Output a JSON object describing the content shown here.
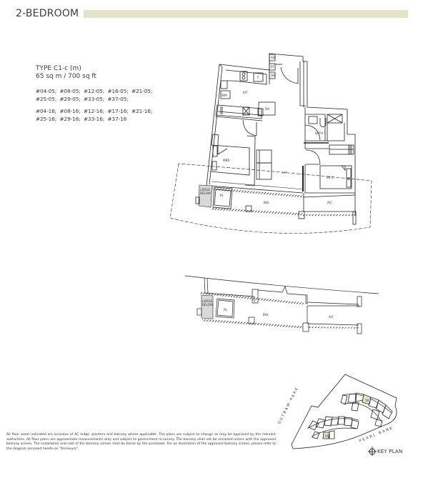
{
  "header": {
    "title": "2-BEDROOM",
    "bar_color": "#e4e2c9"
  },
  "unit": {
    "type": "TYPE C1-c (m)",
    "area": "65 sq m / 700 sq ft",
    "unit_numbers_group1": [
      "#04-05;  #08-05;  #12-05;  #16-05;  #21-05;",
      "#25-05;  #29-05;  #33-05;  #37-05;"
    ],
    "unit_numbers_group2": [
      "#04-16;  #08-16;  #12-16;  #17-16;  #21-16;",
      "#25-16;  #29-16;  #33-16;  #37-16"
    ]
  },
  "floor_plan": {
    "room_labels": {
      "kit": "KIT",
      "wm": "WM",
      "f": "F",
      "dh": "DH",
      "sd": "SD",
      "st": "ST",
      "db": "DB",
      "mbr": "MBR",
      "liv": "LIV",
      "bath1": "BATH 1",
      "br2": "BR 2",
      "ledge_line1": "LEDGE",
      "ledge_line2": "BELOW",
      "pl": "PL",
      "bal": "BAL",
      "ac": "A/C"
    },
    "ledge_fill_color": "#d9d9d9"
  },
  "alt_balcony_plan": {
    "room_labels": {
      "ledge_line1": "LEDGE",
      "ledge_line2": "BELOW",
      "pl": "PL",
      "bal": "BAL",
      "ac": "A/C"
    }
  },
  "key_plan": {
    "label": "KEY PLAN",
    "streets": [
      "OUTRAM PARK",
      "PEARL BANK"
    ],
    "highlight_color": "#e4e2c9"
  },
  "disclaimer": "All floor areas indicated are inclusive of AC ledge, planters and balcony where applicable. The plans are subject to change as may be approved by the relevant authorities. All floor plans are approximate measurements only and subject to government re-survey. The balcony shall not be enclosed unless with the approved balcony screen. The installation and cost of the balcony screen shall be borne by the purchaser. For an illustration of the approved balcony screen, please refer to the diagram annexed hereto as \"Annexure\"."
}
